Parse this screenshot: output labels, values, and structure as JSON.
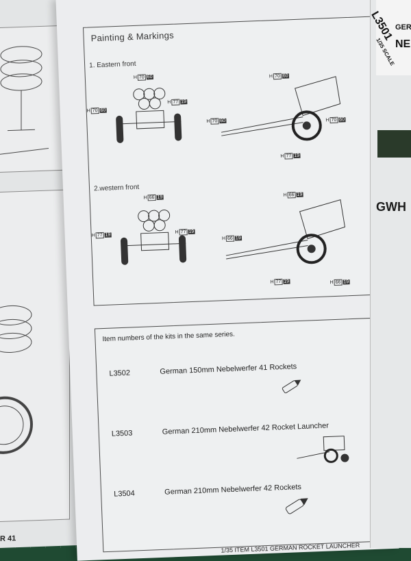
{
  "left_page": {
    "page_label": "R 41"
  },
  "instruction_page": {
    "title": "Painting & Markings",
    "variants": [
      {
        "label": "1. Eastern front",
        "front_view_codes": [
          {
            "h": "H",
            "n1": "70",
            "n2": "60"
          },
          {
            "h": "H",
            "n1": "70",
            "n2": "60"
          },
          {
            "h": "H",
            "n1": "77",
            "n2": "19"
          }
        ],
        "side_view_codes": [
          {
            "h": "H",
            "n1": "70",
            "n2": "60"
          },
          {
            "h": "H",
            "n1": "70",
            "n2": "60"
          },
          {
            "h": "H",
            "n1": "70",
            "n2": "60"
          },
          {
            "h": "H",
            "n1": "77",
            "n2": "19"
          }
        ]
      },
      {
        "label": "2.western front",
        "front_view_codes": [
          {
            "h": "H",
            "n1": "66",
            "n2": "19"
          },
          {
            "h": "H",
            "n1": "77",
            "n2": "19"
          },
          {
            "h": "H",
            "n1": "77",
            "n2": "19"
          }
        ],
        "side_view_codes": [
          {
            "h": "H",
            "n1": "66",
            "n2": "19"
          },
          {
            "h": "H",
            "n1": "66",
            "n2": "19"
          },
          {
            "h": "H",
            "n1": "77",
            "n2": "19"
          },
          {
            "h": "H",
            "n1": "66",
            "n2": "19"
          }
        ]
      }
    ],
    "series": {
      "heading": "Item numbers of the kits in the same series.",
      "kits": [
        {
          "code": "L3502",
          "name": "German 150mm Nebelwerfer 41 Rockets"
        },
        {
          "code": "L3503",
          "name": "German 210mm Nebelwerfer 42 Rocket Launcher"
        },
        {
          "code": "L3504",
          "name": "German 210mm Nebelwerfer 42 Rockets"
        }
      ]
    },
    "footer": "1/35 ITEM L3501 GERMAN ROCKET LAUNCHER"
  },
  "right_page": {
    "box_code": "L3501",
    "scale": "1/35 SCALE",
    "line1": "GER",
    "line2": "NE",
    "brand": "GWH"
  }
}
